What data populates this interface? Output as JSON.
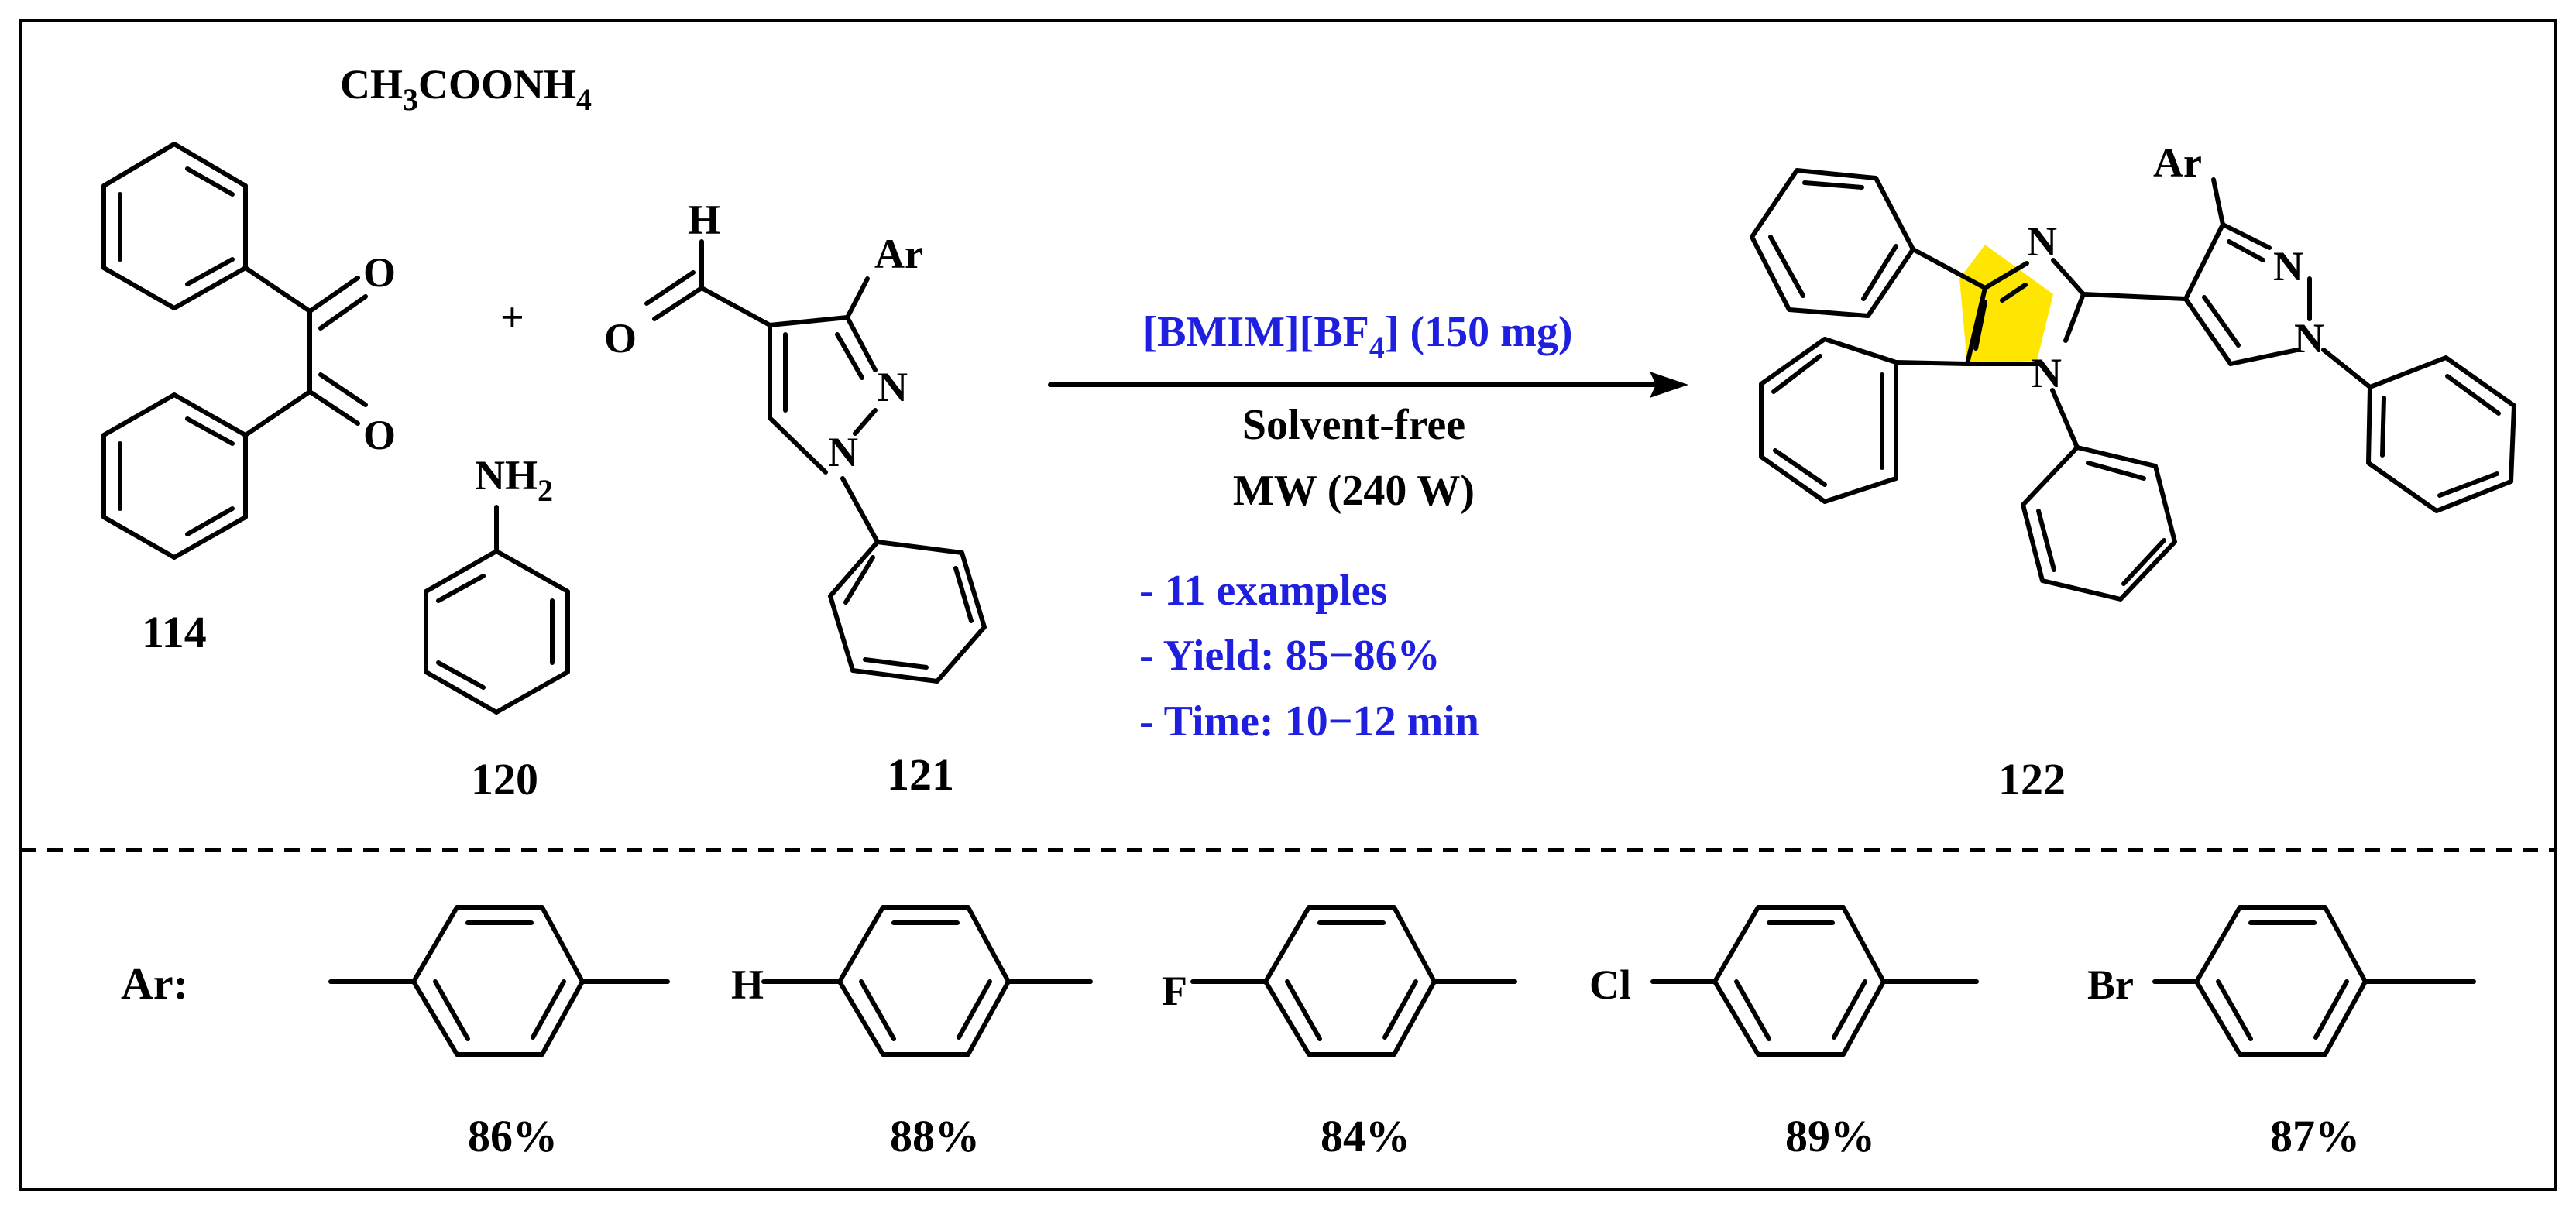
{
  "reagents": {
    "ammonium": {
      "a": "CH",
      "b": "3",
      "c": "COONH",
      "d": "4"
    },
    "plus": "+",
    "aniline": {
      "a": "NH",
      "b": "2"
    }
  },
  "atoms": {
    "O": "O",
    "N": "N",
    "H": "H",
    "Ar": "Ar",
    "F": "F",
    "Cl": "Cl",
    "Br": "Br"
  },
  "compounds": {
    "c114": "114",
    "c120": "120",
    "c121": "121",
    "c122": "122"
  },
  "conditions": {
    "catalyst_a": "[BMIM][BF",
    "catalyst_b": "4",
    "catalyst_c": "] (150 mg)",
    "solvent": "Solvent-free",
    "mw": "MW (240 W)",
    "examples": "- 11 examples",
    "yield": "- Yield: 85−86%",
    "time": "- Time: 10−12 min"
  },
  "substituents": {
    "label": "Ar:",
    "yields": [
      "86%",
      "88%",
      "84%",
      "89%",
      "87%"
    ]
  },
  "colors": {
    "conditions_text": "#1f1fe0",
    "imidazole_highlight": "#ffe600"
  }
}
